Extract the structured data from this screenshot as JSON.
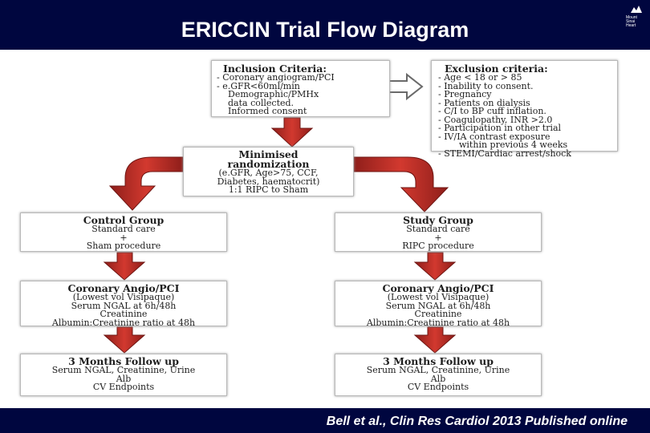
{
  "header": {
    "title": "ERICCIN Trial Flow Diagram"
  },
  "logo": {
    "lines": [
      "Mount",
      "Sinai",
      "Heart"
    ]
  },
  "footer": {
    "citation": "Bell et al., Clin Res Cardiol 2013 Published online"
  },
  "inclusion": {
    "heading": "Inclusion Criteria:",
    "lines": [
      "- Coronary angiogram/PCI",
      "- e.GFR<60ml/min",
      "Demographic/PMHx",
      "data collected.",
      "Informed consent"
    ]
  },
  "exclusion": {
    "heading": "Exclusion criteria:",
    "lines": [
      "- Age < 18 or > 85",
      "- Inability to consent.",
      "- Pregnancy",
      "- Patients on dialysis",
      "- C/I to BP cuff inflation.",
      "- Coagulopathy, INR >2.0",
      "- Participation in other trial",
      "- IV/IA contrast exposure",
      "within previous 4 weeks",
      "- STEMI/Cardiac arrest/shock"
    ]
  },
  "randomization": {
    "heading1": "Minimised",
    "heading2": "randomization",
    "lines": [
      "(e.GFR, Age>75, CCF,",
      "Diabetes, haematocrit)",
      "1:1 RIPC to Sham"
    ]
  },
  "control": {
    "heading": "Control Group",
    "lines": [
      "Standard care",
      "+",
      "Sham procedure"
    ]
  },
  "study": {
    "heading": "Study Group",
    "lines": [
      "Standard care",
      "+",
      "RIPC procedure"
    ]
  },
  "angio_left": {
    "heading": "Coronary Angio/PCI",
    "lines": [
      "(Lowest vol Visipaque)",
      "Serum NGAL at 6h/48h",
      "Creatinine",
      "Albumin:Creatinine ratio at 48h"
    ]
  },
  "angio_right": {
    "heading": "Coronary Angio/PCI",
    "lines": [
      "(Lowest vol Visipaque)",
      "Serum NGAL at 6h/48h",
      "Creatinine",
      "Albumin:Creatinine ratio at 48h"
    ]
  },
  "followup_left": {
    "heading": "3 Months Follow up",
    "lines": [
      "Serum NGAL, Creatinine, Urine",
      "Alb",
      "CV Endpoints"
    ]
  },
  "followup_right": {
    "heading": "3 Months Follow up",
    "lines": [
      "Serum NGAL, Creatinine, Urine",
      "Alb",
      "CV Endpoints"
    ]
  },
  "colors": {
    "header_bg": "#00063f",
    "arrow_red": "#c9302c",
    "arrow_dark": "#6e1512",
    "box_border": "#b9b9b9"
  }
}
